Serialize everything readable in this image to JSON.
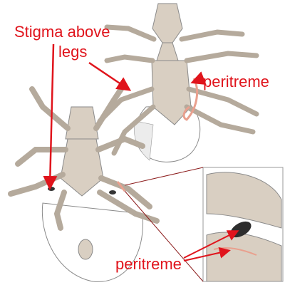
{
  "labels": {
    "stigma_line1": "Stigma above",
    "stigma_line2": "legs",
    "peritreme_top": "peritreme",
    "peritreme_bottom": "peritreme"
  },
  "colors": {
    "annotation": "#e0141c",
    "body_fill": "#d9cfc2",
    "outline": "#8a8a8a",
    "peritreme_highlight": "#e9a08e",
    "callout_line": "#8b1a1a"
  },
  "icons": {
    "dorsal_specimen": "mite-dorsal-view",
    "ventral_specimen": "mite-ventral-view",
    "inset": "magnified-leg-segment"
  }
}
